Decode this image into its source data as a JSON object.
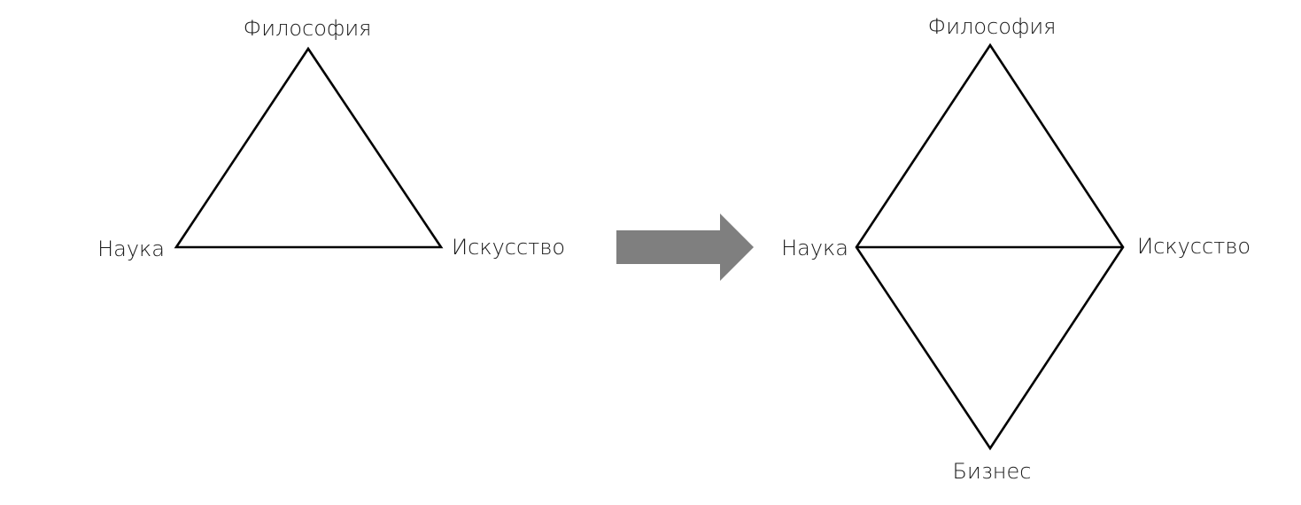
{
  "before": {
    "nodes": {
      "philosophy": "Философия",
      "science": "Наука",
      "art": "Искусство"
    }
  },
  "after": {
    "nodes": {
      "philosophy": "Философия",
      "science": "Наука",
      "art": "Искусство",
      "business": "Бизнес"
    }
  },
  "colors": {
    "line": "#000000",
    "text": "#1a1a1a",
    "arrow": "#7f7f7f"
  },
  "icons": {
    "transition": "arrow-right-icon"
  }
}
